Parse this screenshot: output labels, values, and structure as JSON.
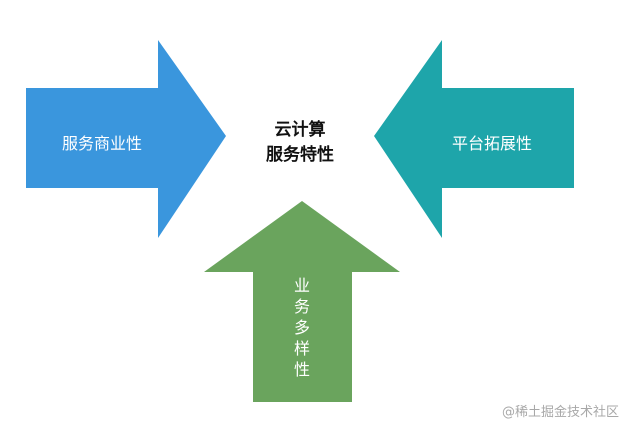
{
  "center": {
    "line1": "云计算",
    "line2": "服务特性"
  },
  "arrows": {
    "left": {
      "label": "服务商业性",
      "color": "#3a96dd"
    },
    "right": {
      "label": "平台拓展性",
      "color": "#1ea5aa"
    },
    "bottom": {
      "label": "业务多样性",
      "color": "#6aa45d"
    }
  },
  "watermark": "@稀土掘金技术社区"
}
